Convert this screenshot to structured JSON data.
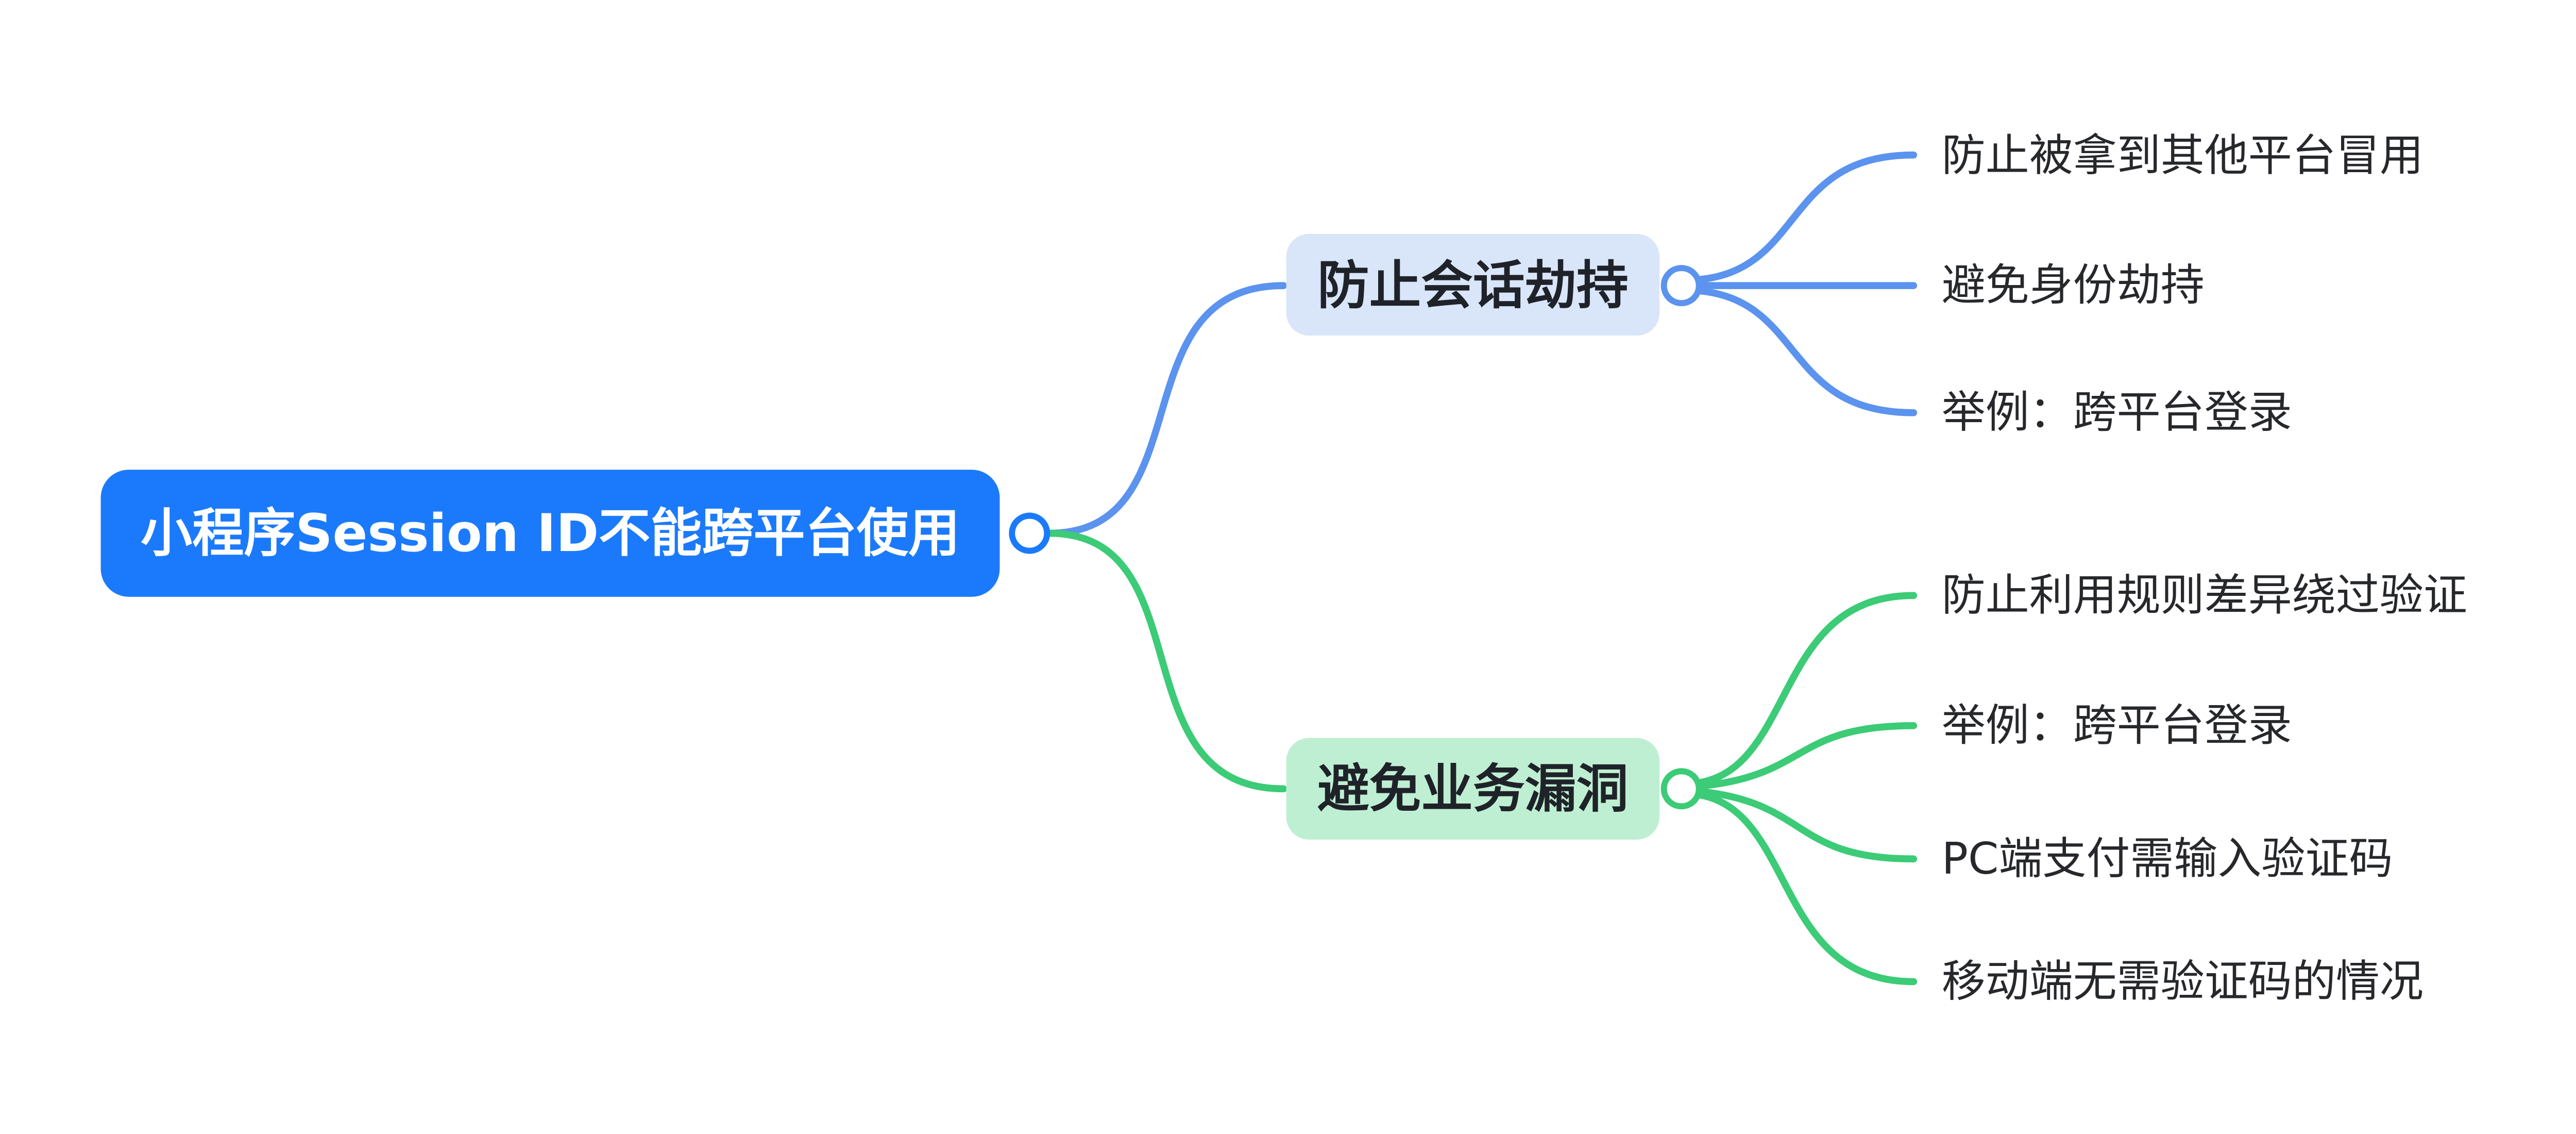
{
  "background": "#ffffff",
  "colors": {
    "root_fill": "#1b7afb",
    "root_text": "#ffffff",
    "root_circle_stroke": "#1b7afb",
    "blue_line": "#5b93ee",
    "blue_node_fill": "#d9e5f9",
    "green_line": "#3ccb76",
    "green_node_fill": "#bfefd2",
    "node_text": "#1f2329",
    "leaf_text": "#26282b",
    "circle_fill": "#ffffff"
  },
  "root": {
    "label": "小程序Session ID不能跨平台使用"
  },
  "branches": [
    {
      "label": "防止会话劫持",
      "children": [
        {
          "label": "防止被拿到其他平台冒用"
        },
        {
          "label": "避免身份劫持"
        },
        {
          "label": "举例：跨平台登录"
        }
      ]
    },
    {
      "label": "避免业务漏洞",
      "children": [
        {
          "label": "防止利用规则差异绕过验证"
        },
        {
          "label": "举例：跨平台登录"
        },
        {
          "label": "PC端支付需输入验证码"
        },
        {
          "label": "移动端无需验证码的情况"
        }
      ]
    }
  ]
}
